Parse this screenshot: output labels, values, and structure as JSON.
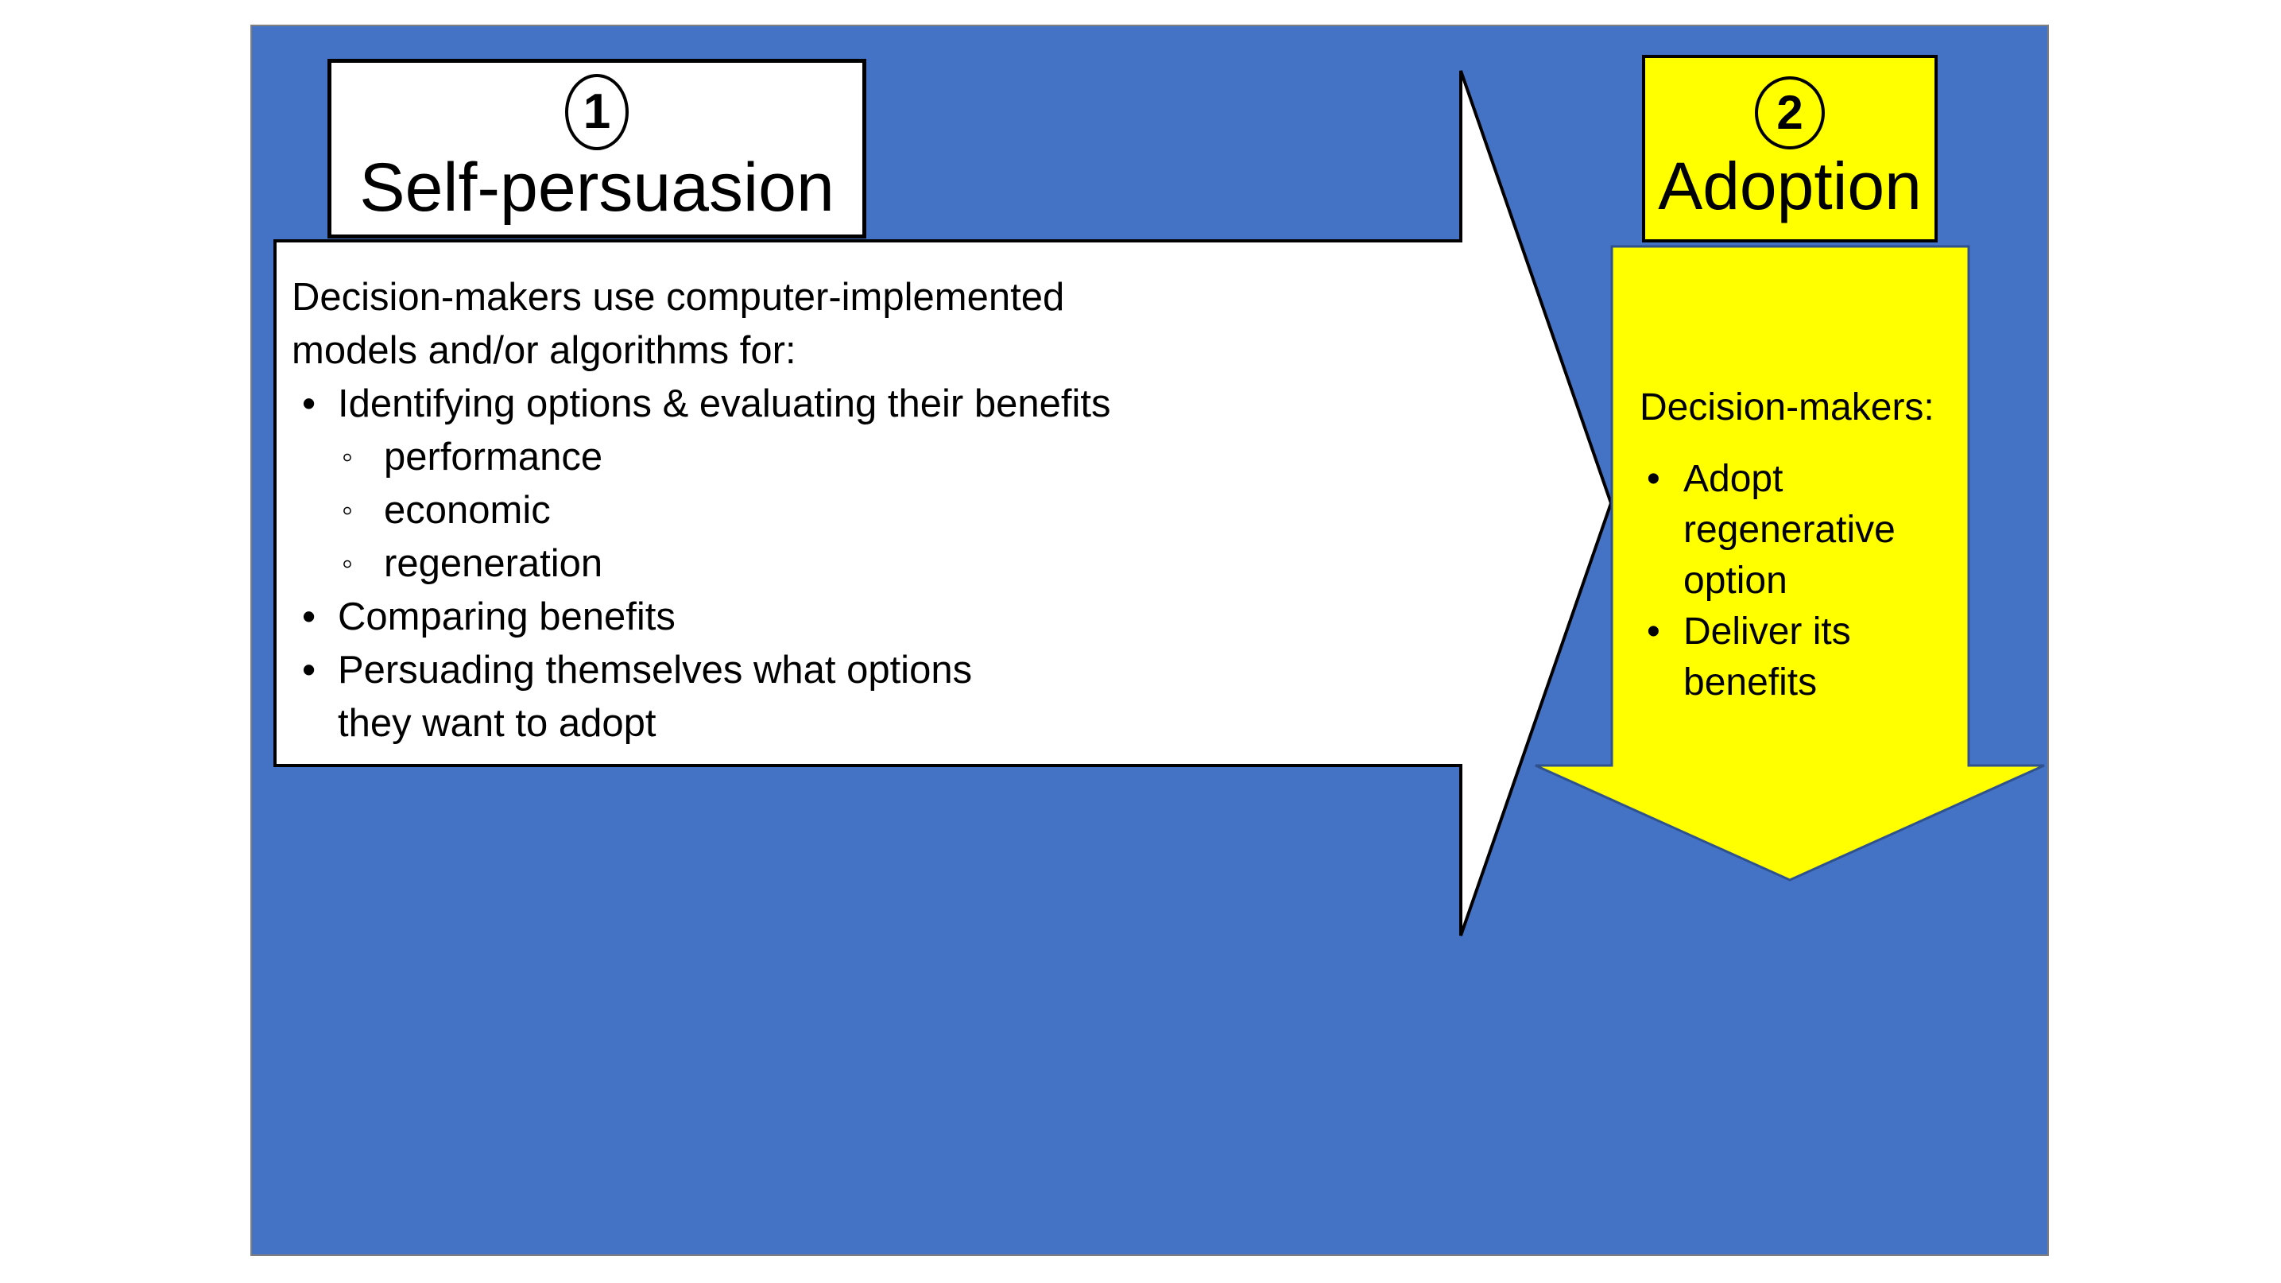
{
  "colors": {
    "blue": "#4472C4",
    "yellow": "#FFFF00",
    "yellow-arrow-outline": "#2F528F",
    "shape-outline": "#000000",
    "slide-border": "#7f7f7f"
  },
  "step1": {
    "number": "1",
    "title": "Self-persuasion"
  },
  "step2": {
    "number": "2",
    "title": "Adoption"
  },
  "main_box": {
    "lines": [
      {
        "indent": 0,
        "marker": "",
        "text": "Decision-makers use computer-implemented"
      },
      {
        "indent": 0,
        "marker": "",
        "text": "models and/or algorithms for:"
      },
      {
        "indent": 1,
        "marker": "•",
        "text": "Identifying options & evaluating their benefits"
      },
      {
        "indent": 2,
        "marker": "◦",
        "text": "performance"
      },
      {
        "indent": 2,
        "marker": "◦",
        "text": "economic"
      },
      {
        "indent": 2,
        "marker": "◦",
        "text": "regeneration"
      },
      {
        "indent": 1,
        "marker": "•",
        "text": "Comparing benefits"
      },
      {
        "indent": 1,
        "marker": "•",
        "text": "Persuading themselves what options"
      },
      {
        "indent": 3,
        "marker": "",
        "text": "they want to adopt"
      }
    ]
  },
  "adoption_arrow": {
    "lines": [
      {
        "indent": 0,
        "marker": "",
        "text": "Decision-makers:"
      },
      {
        "indent": 1,
        "marker": "•",
        "text": "Adopt"
      },
      {
        "indent": 3,
        "marker": "",
        "text": "regenerative"
      },
      {
        "indent": 3,
        "marker": "",
        "text": "option"
      },
      {
        "indent": 1,
        "marker": "•",
        "text": "Deliver its"
      },
      {
        "indent": 3,
        "marker": "",
        "text": "benefits"
      }
    ]
  }
}
